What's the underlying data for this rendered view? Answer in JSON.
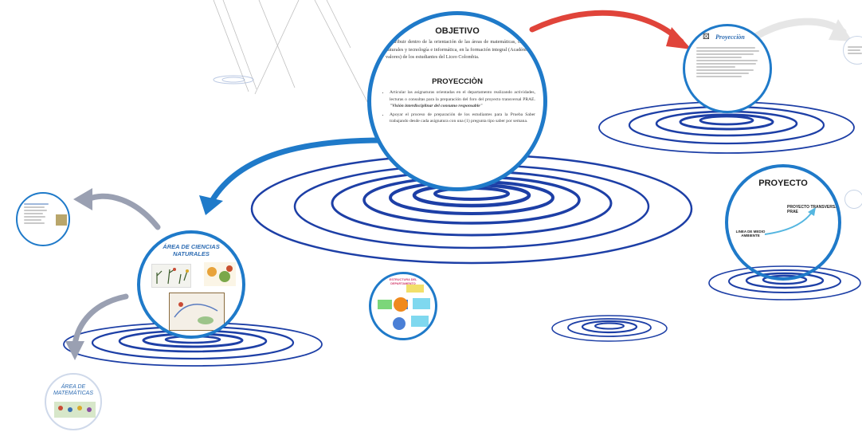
{
  "objetivo": {
    "title": "OBJETIVO",
    "text": "Contribuir dentro de la orientación de las áreas de matemáticas, ciencias naturales y tecnología e informática, en la formación integral (Académica-valores) de los estudiantes del Liceo Colombia.",
    "proyeccion_title": "PROYECCIÒN",
    "bullet1": "Articular las asignaturas orientadas en el departamento realizando actividades, lecturas o consultas para la preparación del foro del proyecto transversal PRAE.",
    "bullet1_quote": "\"Visión interdisciplinar del consumo responsable\"",
    "bullet2": "Apoyar el proceso de preparación de los estudiantes para la Prueba Saber trabajando desde cada asignatura con una (1) pregunta tipo saber por semana."
  },
  "proyeccion_small": {
    "title": "Proyecciòn"
  },
  "proyecto": {
    "title": "PROYECTO",
    "label_prae": "PROYECTO TRANSVERSAL PRAE",
    "label_linea": "LINEA DE MEDIO AMBIENTE"
  },
  "ciencias": {
    "title": "ÁREA DE CIENCIAS NATURALES"
  },
  "matematicas": {
    "title": "ÁREA DE MATEMÁTICAS"
  },
  "estructura": {
    "title": "ESTRUCTURA DEL DEPARTAMENTO"
  },
  "colors": {
    "ring_blue": "#1d3fa6",
    "frame_blue": "#1f7ac9",
    "arrow_red": "#e0443a",
    "arrow_blue": "#1f7ac9",
    "arrow_gray": "#9aa0b2"
  }
}
